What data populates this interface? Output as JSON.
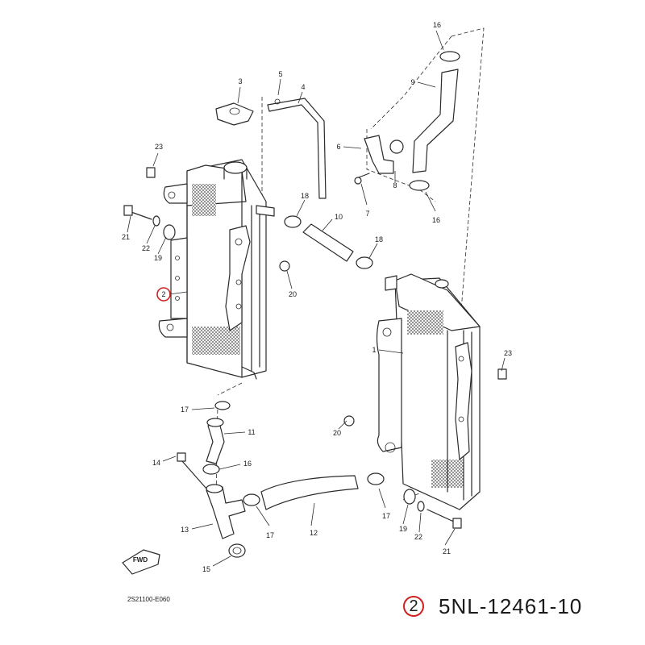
{
  "diagram": {
    "callouts": [
      {
        "id": "c16a",
        "text": "16"
      },
      {
        "id": "c9",
        "text": "9"
      },
      {
        "id": "c3",
        "text": "3"
      },
      {
        "id": "c5",
        "text": "5"
      },
      {
        "id": "c4",
        "text": "4"
      },
      {
        "id": "c6",
        "text": "6"
      },
      {
        "id": "c8",
        "text": "8"
      },
      {
        "id": "c7",
        "text": "7"
      },
      {
        "id": "c16b",
        "text": "16"
      },
      {
        "id": "c23a",
        "text": "23"
      },
      {
        "id": "c18a",
        "text": "18"
      },
      {
        "id": "c10",
        "text": "10"
      },
      {
        "id": "c21a",
        "text": "21"
      },
      {
        "id": "c22a",
        "text": "22"
      },
      {
        "id": "c19a",
        "text": "19"
      },
      {
        "id": "c18b",
        "text": "18"
      },
      {
        "id": "c20a",
        "text": "20"
      },
      {
        "id": "c2",
        "text": "2"
      },
      {
        "id": "c1",
        "text": "1"
      },
      {
        "id": "c23b",
        "text": "23"
      },
      {
        "id": "c17a",
        "text": "17"
      },
      {
        "id": "c11",
        "text": "11"
      },
      {
        "id": "c20b",
        "text": "20"
      },
      {
        "id": "c14",
        "text": "14"
      },
      {
        "id": "c16c",
        "text": "16"
      },
      {
        "id": "c17b",
        "text": "17"
      },
      {
        "id": "c12",
        "text": "12"
      },
      {
        "id": "c17c",
        "text": "17"
      },
      {
        "id": "c19b",
        "text": "19"
      },
      {
        "id": "c22b",
        "text": "22"
      },
      {
        "id": "c13",
        "text": "13"
      },
      {
        "id": "c21b",
        "text": "21"
      },
      {
        "id": "c15",
        "text": "15"
      }
    ],
    "fwd_label": "FWD",
    "drawing_code": "2S21100-E060",
    "highlight_color": "#d02020"
  },
  "footer": {
    "ref_number": "2",
    "part_number": "5NL-12461-10"
  }
}
